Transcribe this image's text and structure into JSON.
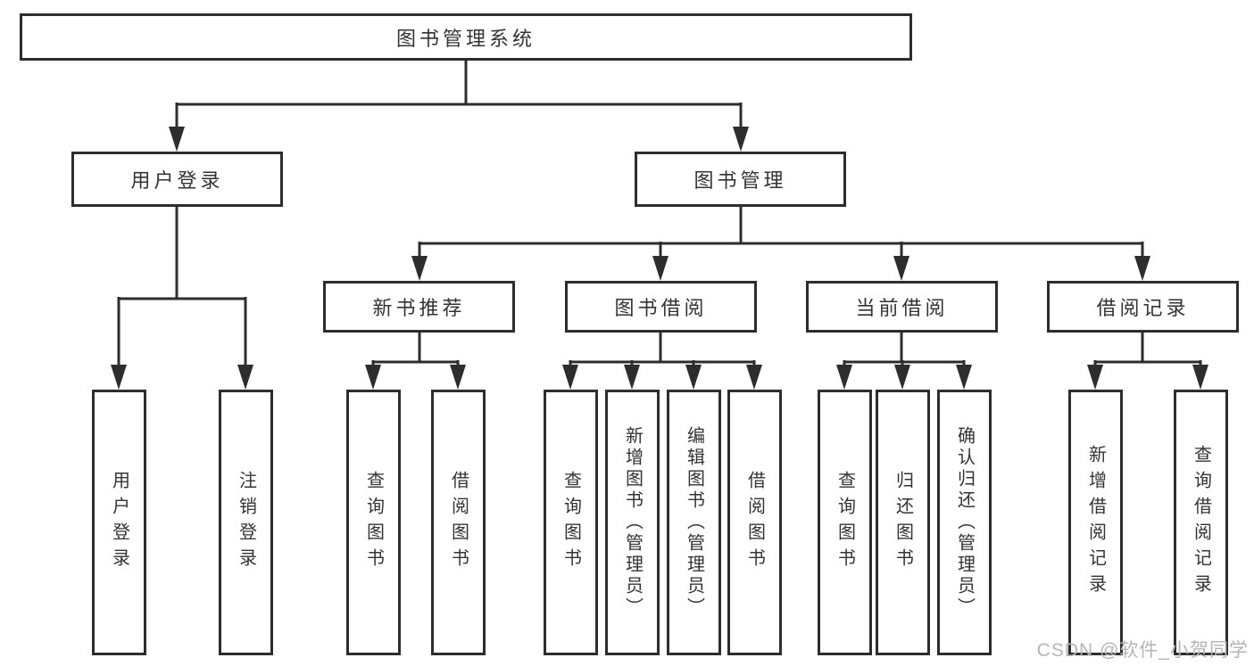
{
  "tree": {
    "root": {
      "label": "图书管理系统",
      "children": [
        {
          "label": "用户登录",
          "children": [
            {
              "label": "用户登录"
            },
            {
              "label": "注销登录"
            }
          ]
        },
        {
          "label": "图书管理",
          "children": [
            {
              "label": "新书推荐",
              "children": [
                {
                  "label": "查询图书"
                },
                {
                  "label": "借阅图书"
                }
              ]
            },
            {
              "label": "图书借阅",
              "children": [
                {
                  "label": "查询图书"
                },
                {
                  "label": "新增图书（管理员）"
                },
                {
                  "label": "编辑图书（管理员）"
                },
                {
                  "label": "借阅图书"
                }
              ]
            },
            {
              "label": "当前借阅",
              "children": [
                {
                  "label": "查询图书"
                },
                {
                  "label": "归还图书"
                },
                {
                  "label": "确认归还（管理员）"
                }
              ]
            },
            {
              "label": "借阅记录",
              "children": [
                {
                  "label": "新增借阅记录"
                },
                {
                  "label": "查询借阅记录"
                }
              ]
            }
          ]
        }
      ]
    }
  },
  "watermark": {
    "text": "CSDN @软件_小贺同学"
  },
  "colors": {
    "line": "#2d2d2d",
    "text": "#333333",
    "watermark": "#b5b5b5",
    "background": "#ffffff"
  }
}
